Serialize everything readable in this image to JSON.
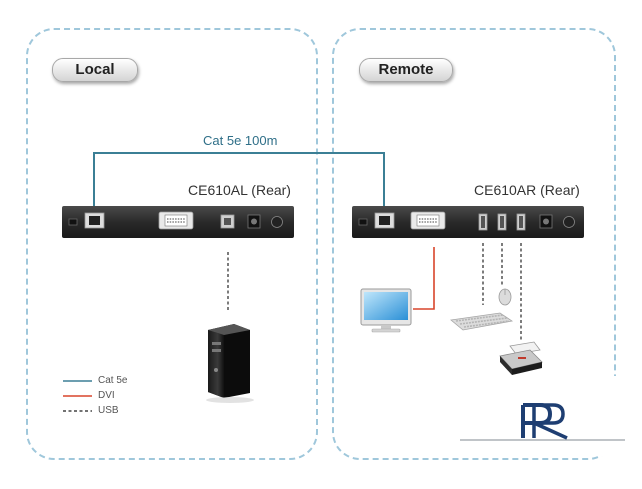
{
  "zones": {
    "local_label": "Local",
    "remote_label": "Remote"
  },
  "cable": {
    "label": "Cat 5e 100m"
  },
  "devices": {
    "local_unit": "CE610AL (Rear)",
    "remote_unit": "CE610AR (Rear)"
  },
  "legend": {
    "cat5e": "Cat 5e",
    "dvi": "DVI",
    "usb": "USB"
  },
  "colors": {
    "cat5e": "#3b7f95",
    "dvi": "#d9452b",
    "usb": "#444444",
    "zone_border": "#9fc7db"
  },
  "icons": [
    "rj45-port-icon",
    "dvi-port-icon",
    "usb-port-icon",
    "power-jack-icon",
    "pc-tower-icon",
    "monitor-icon",
    "keyboard-icon",
    "mouse-icon",
    "printer-icon",
    "watermark-logo"
  ]
}
